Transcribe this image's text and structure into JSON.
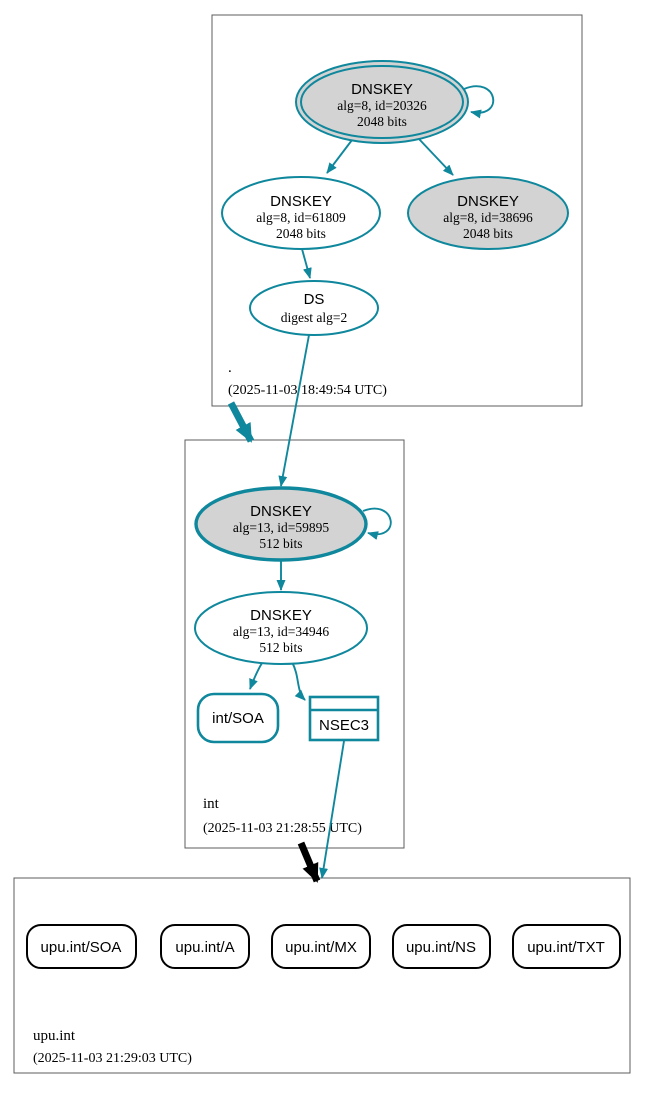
{
  "colors": {
    "secure": "#0f879c",
    "insecure": "#000000",
    "ksk_fill": "#d3d3d3",
    "node_fill": "#ffffff",
    "zone_border": "#5c5c5c"
  },
  "zones": {
    "root": {
      "name": ".",
      "timestamp": "(2025-11-03 18:49:54 UTC)"
    },
    "int": {
      "name": "int",
      "timestamp": "(2025-11-03 21:28:55 UTC)"
    },
    "upu": {
      "name": "upu.int",
      "timestamp": "(2025-11-03 21:29:03 UTC)"
    }
  },
  "nodes": {
    "root_ksk": {
      "type": "DNSKEY",
      "detail1": "alg=8, id=20326",
      "detail2": "2048 bits"
    },
    "root_zsk": {
      "type": "DNSKEY",
      "detail1": "alg=8, id=61809",
      "detail2": "2048 bits"
    },
    "root_key2": {
      "type": "DNSKEY",
      "detail1": "alg=8, id=38696",
      "detail2": "2048 bits"
    },
    "root_ds": {
      "type": "DS",
      "detail1": "digest alg=2"
    },
    "int_ksk": {
      "type": "DNSKEY",
      "detail1": "alg=13, id=59895",
      "detail2": "512 bits"
    },
    "int_zsk": {
      "type": "DNSKEY",
      "detail1": "alg=13, id=34946",
      "detail2": "512 bits"
    },
    "int_soa": {
      "label": "int/SOA"
    },
    "int_nsec3": {
      "label": "NSEC3"
    },
    "upu_soa": {
      "label": "upu.int/SOA"
    },
    "upu_a": {
      "label": "upu.int/A"
    },
    "upu_mx": {
      "label": "upu.int/MX"
    },
    "upu_ns": {
      "label": "upu.int/NS"
    },
    "upu_txt": {
      "label": "upu.int/TXT"
    }
  }
}
